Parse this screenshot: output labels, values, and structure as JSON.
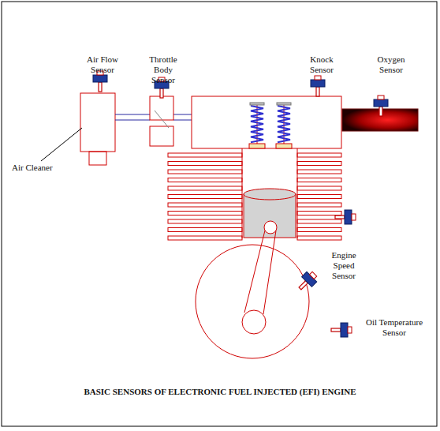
{
  "diagram": {
    "title": "BASIC SENSORS OF ELECTRONIC FUEL INJECTED (EFI) ENGINE",
    "labels": [
      "Air Flow Sensor",
      "Throttle Body Sensor",
      "Knock Sensor",
      "Oxygen Sensor",
      "Air Cleaner",
      "Engine Speed Sensor",
      "Oil Temperature Sensor"
    ]
  }
}
